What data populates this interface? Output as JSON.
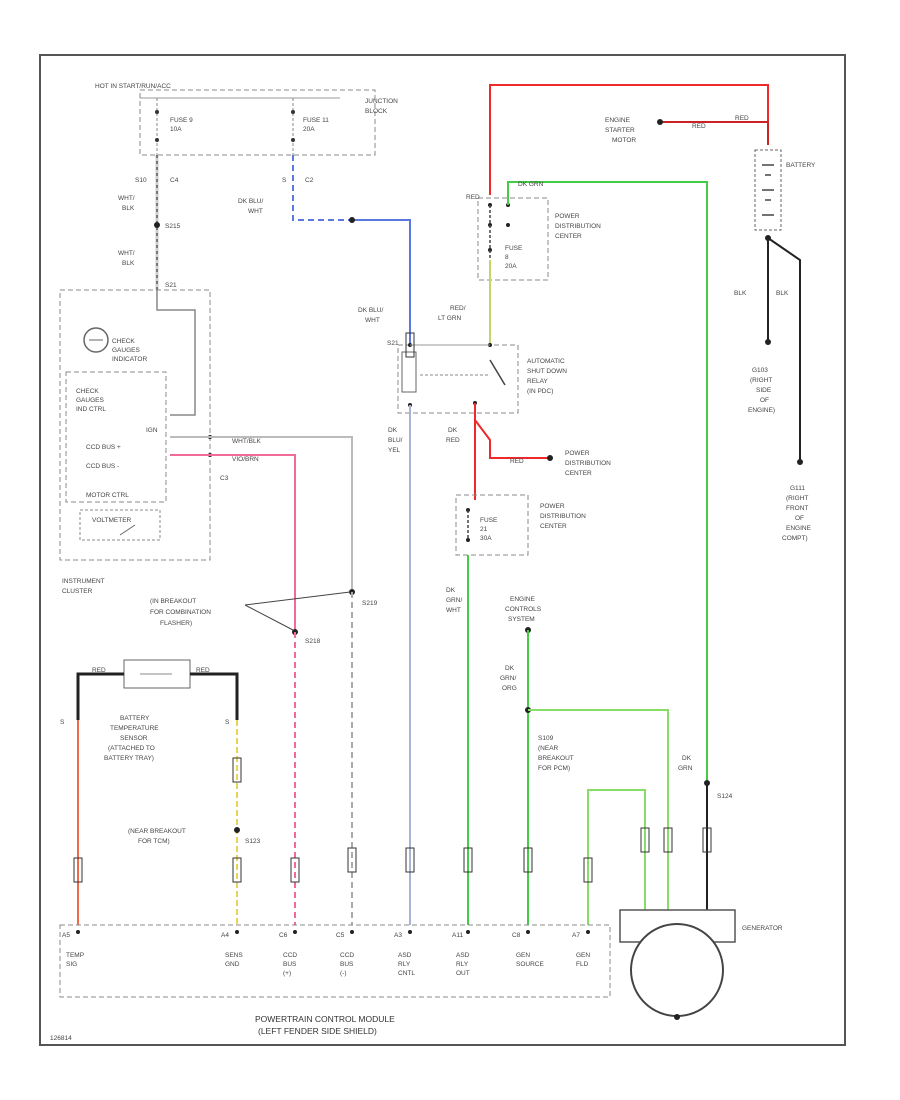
{
  "frame": {
    "hot": "HOT IN START/RUN/ACC",
    "junction": [
      "JUNCTION",
      "BLOCK"
    ],
    "fuse9": [
      "FUSE 9",
      "10A"
    ],
    "fuse11": [
      "FUSE 11",
      "20A"
    ],
    "c4": "C4",
    "c2": "C2",
    "c3": "C3",
    "pin_s10": "S10",
    "pin_s": "S",
    "code": "126814"
  },
  "wires": {
    "wht_blk": [
      "WHT/",
      "BLK"
    ],
    "s215": "S215",
    "s21": "S21",
    "dk_blu_wht": [
      "DK BLU/",
      "WHT"
    ],
    "dk_blu_wht2": [
      "DK BLU/",
      "WHT"
    ],
    "red_lt_grn": [
      "RED/",
      "LT GRN"
    ],
    "dk_blu_yel": [
      "DK",
      "BLU/",
      "YEL"
    ],
    "dk_red": [
      "DK",
      "RED"
    ],
    "red": "RED",
    "red_mid": "RED",
    "dk_grn_wht": [
      "DK",
      "GRN/",
      "WHT"
    ],
    "dk_grn_org": [
      "DK",
      "GRN/",
      "ORG"
    ],
    "dk_grn": [
      "DK",
      "GRN"
    ],
    "dk_grn_top": "DK GRN",
    "blk1": "BLK",
    "blk2": "BLK",
    "whtblk": "WHT/BLK",
    "vio_brn": "VIO/BRN",
    "s219": "S219",
    "s218": "S218",
    "s109": "S109",
    "s124": "S124",
    "s123": "S123",
    "tag_red": "RED",
    "ign": "IGN",
    "ccd_a": "CCD BUS +",
    "ccd_b": "CCD BUS -"
  },
  "components": {
    "starter": [
      "ENGINE",
      "STARTER",
      "MOTOR"
    ],
    "battery": "BATTERY",
    "pdc_top": [
      "POWER",
      "DISTRIBUTION",
      "CENTER"
    ],
    "fuse_pdc": [
      "FUSE",
      "8",
      "20A"
    ],
    "asd": [
      "AUTOMATIC",
      "SHUT DOWN",
      "RELAY",
      "(IN PDC)"
    ],
    "pdc_mid": [
      "POWER",
      "DISTRIBUTION",
      "CENTER"
    ],
    "pdc_low": [
      "POWER",
      "DISTRIBUTION",
      "CENTER"
    ],
    "fuse_low": [
      "FUSE",
      "21",
      "30A"
    ],
    "g103": [
      "G103",
      "(RIGHT",
      "SIDE",
      "OF",
      "ENGINE)"
    ],
    "g111": [
      "G111",
      "(RIGHT",
      "FRONT",
      "OF",
      "ENGINE",
      "COMPT)"
    ],
    "check_gauges_bulb": [
      "CHECK",
      "GAUGES",
      "INDICATOR"
    ],
    "check_gauges_ctrl": [
      "CHECK",
      "GAUGES",
      "IND CTRL"
    ],
    "motor_cktr": "MOTOR CTRL",
    "voltmeter": "VOLTMETER",
    "cluster": [
      "INSTRUMENT",
      "CLUSTER"
    ],
    "breakout_combo": [
      "(IN BREAKOUT",
      "FOR COMBINATION",
      "FLASHER)"
    ],
    "ecs": [
      "ENGINE",
      "CONTROLS",
      "SYSTEM"
    ],
    "breakout_pcm": [
      "S109",
      "(NEAR",
      "BREAKOUT",
      "FOR PCM)"
    ],
    "batt_temp": [
      "BATTERY",
      "TEMPERATURE",
      "SENSOR",
      "(ATTACHED TO",
      "BATTERY TRAY)"
    ],
    "breakout_tcm": [
      "(NEAR BREAKOUT",
      "FOR TCM)"
    ],
    "generator": "GENERATOR",
    "pcm": [
      "POWERTRAIN CONTROL MODULE",
      "(LEFT FENDER SIDE SHIELD)"
    ]
  },
  "pcm_pins": [
    {
      "pin": "A5",
      "label": [
        "TEMP",
        "SIG"
      ]
    },
    {
      "pin": "A4",
      "label": [
        "SENS",
        "GND"
      ]
    },
    {
      "pin": "C6",
      "label": [
        "CCD",
        "BUS",
        "(+)"
      ]
    },
    {
      "pin": "C5",
      "label": [
        "CCD",
        "BUS",
        "(-)"
      ]
    },
    {
      "pin": "A3",
      "label": [
        "ASD",
        "RLY",
        "CNTL"
      ]
    },
    {
      "pin": "A11",
      "label": [
        "ASD",
        "RLY",
        "OUT"
      ]
    },
    {
      "pin": "C8",
      "label": [
        "GEN",
        "SOURCE"
      ]
    },
    {
      "pin": "A7",
      "label": [
        "GEN",
        "FLD"
      ]
    }
  ],
  "colors": {
    "red": "#ef2a2a",
    "green": "#44cc44",
    "blue": "#5a78e0",
    "pink": "#f06a9a",
    "yellow": "#e8d25a",
    "black": "#222222",
    "gray": "#9a9a9a",
    "light_gray": "#cfcfcf",
    "dark_red": "#cc2222"
  }
}
